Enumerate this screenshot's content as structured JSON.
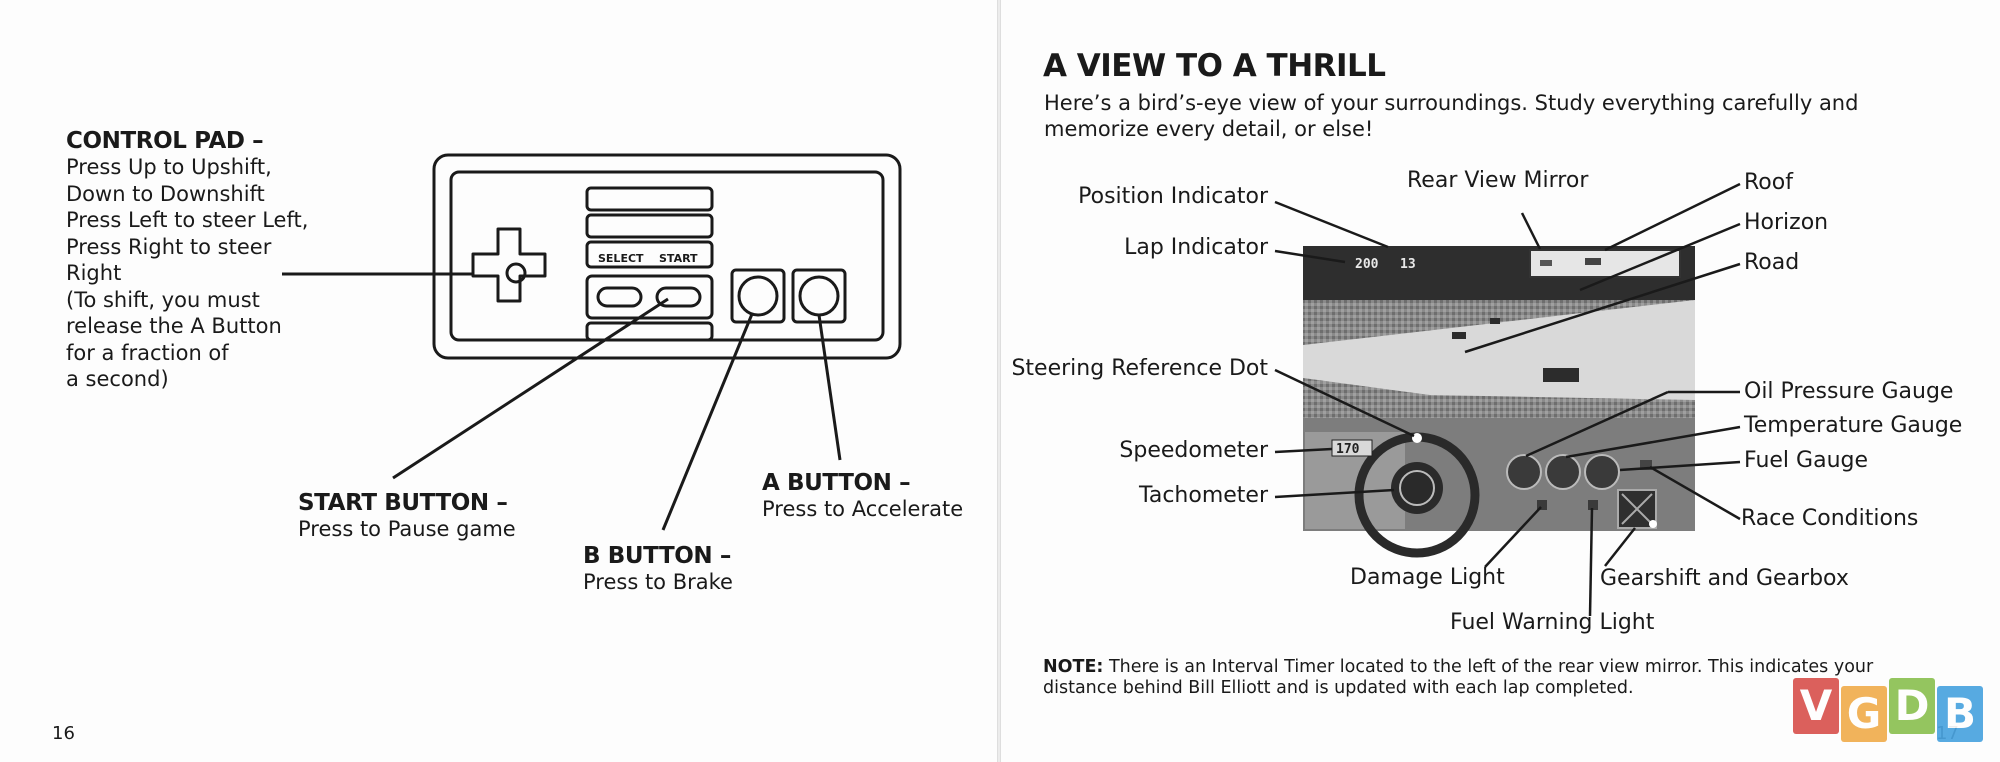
{
  "left_page": {
    "control_pad": {
      "heading": "CONTROL PAD –",
      "lines": [
        "Press Up to Upshift,",
        "Down to Downshift",
        "Press Left to steer Left,",
        "Press Right to steer",
        "Right",
        "(To shift, you must",
        "release the A Button",
        "for a fraction of",
        "a second)"
      ]
    },
    "controller": {
      "select_label": "SELECT",
      "start_label": "START"
    },
    "start_button": {
      "heading": "START BUTTON –",
      "text": "Press to Pause game"
    },
    "b_button": {
      "heading": "B BUTTON –",
      "text": "Press to Brake"
    },
    "a_button": {
      "heading": "A BUTTON –",
      "text": "Press to Accelerate"
    },
    "page_number": "16"
  },
  "right_page": {
    "title": "A VIEW TO A THRILL",
    "intro": "Here’s a bird’s-eye view of your surroundings. Study everything carefully and memorize every detail, or else!",
    "screen_readout": {
      "left": "200",
      "right": "13",
      "speed": "170"
    },
    "labels": {
      "position_indicator": "Position Indicator",
      "lap_indicator": "Lap Indicator",
      "rear_view_mirror": "Rear View Mirror",
      "roof": "Roof",
      "horizon": "Horizon",
      "road": "Road",
      "steering_reference_dot": "Steering Reference Dot",
      "oil_pressure_gauge": "Oil Pressure Gauge",
      "temperature_gauge": "Temperature Gauge",
      "speedometer": "Speedometer",
      "fuel_gauge": "Fuel Gauge",
      "tachometer": "Tachometer",
      "race_conditions": "Race Conditions",
      "damage_light": "Damage Light",
      "gearshift_and_gearbox": "Gearshift and Gearbox",
      "fuel_warning_light": "Fuel Warning Light"
    },
    "note": {
      "label": "NOTE:",
      "text": " There is an Interval Timer located to the left of the rear view mirror. This indicates your distance behind Bill Elliott and is updated with each lap completed."
    },
    "page_number": "17"
  },
  "watermark": {
    "letters": [
      "V",
      "G",
      "D",
      "B"
    ],
    "colors": [
      "#d9534f",
      "#f0ad4e",
      "#8cc152",
      "#4aa3df"
    ]
  }
}
